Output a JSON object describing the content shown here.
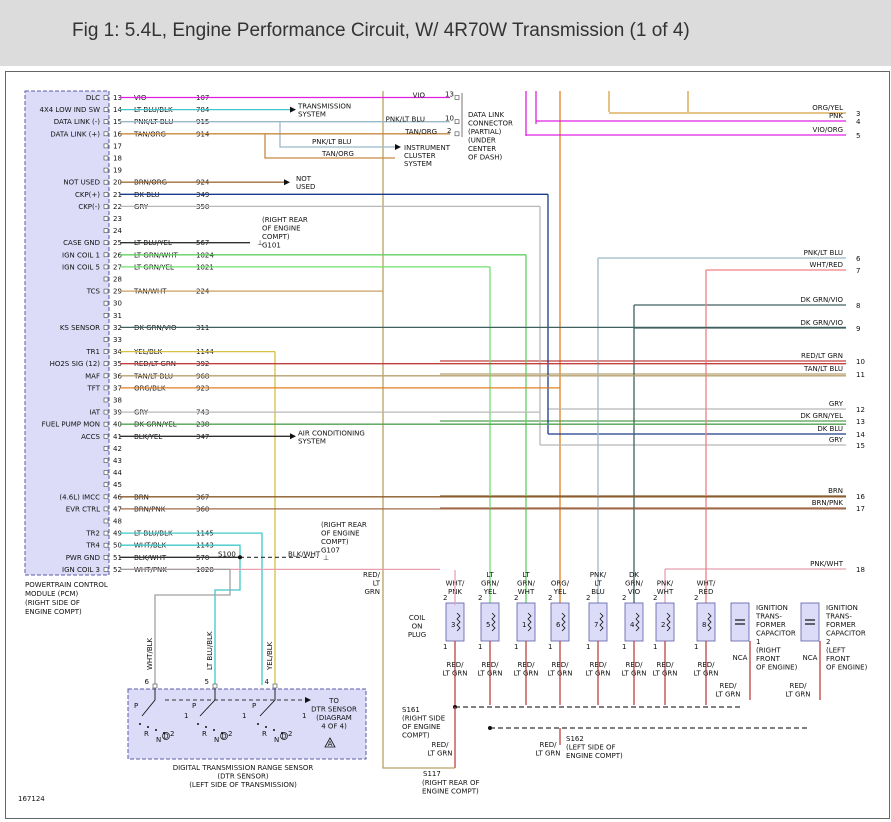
{
  "title": "Fig 1: 5.4L, Engine Performance Circuit, W/ 4R70W Transmission (1 of 4)",
  "figure_id": "167124",
  "colors": {
    "header_bg": "#dcdcdc",
    "module_fill": "#dcdcf8",
    "module_border": "#5a5aa8"
  },
  "pcm": {
    "caption": [
      "POWERTRAIN CONTROL",
      "MODULE (PCM)",
      "(RIGHT SIDE OF",
      "ENGINE COMPT)"
    ],
    "pins": [
      {
        "pin": "13",
        "func": "DLC",
        "wire": "VIO",
        "circuit": "107",
        "color": "#e020e0"
      },
      {
        "pin": "14",
        "func": "4X4 LOW IND SW",
        "wire": "LT BLU/BLK",
        "circuit": "784",
        "color": "#40c8c8"
      },
      {
        "pin": "15",
        "func": "DATA LINK (-)",
        "wire": "PNK/LT BLU",
        "circuit": "915",
        "color": "#9ab8c8"
      },
      {
        "pin": "16",
        "func": "DATA LINK (+)",
        "wire": "TAN/ORG",
        "circuit": "914",
        "color": "#c88a40"
      },
      {
        "pin": "17",
        "func": "",
        "wire": "",
        "circuit": "",
        "color": ""
      },
      {
        "pin": "18",
        "func": "",
        "wire": "",
        "circuit": "",
        "color": ""
      },
      {
        "pin": "19",
        "func": "",
        "wire": "",
        "circuit": "",
        "color": ""
      },
      {
        "pin": "20",
        "func": "NOT USED",
        "wire": "BRN/ORG",
        "circuit": "924",
        "color": "#a0703a"
      },
      {
        "pin": "21",
        "func": "CKP(+)",
        "wire": "DK BLU",
        "circuit": "349",
        "color": "#1a3a8a"
      },
      {
        "pin": "22",
        "func": "CKP(-)",
        "wire": "GRY",
        "circuit": "350",
        "color": "#b8b8b8"
      },
      {
        "pin": "23",
        "func": "",
        "wire": "",
        "circuit": "",
        "color": ""
      },
      {
        "pin": "24",
        "func": "",
        "wire": "",
        "circuit": "",
        "color": ""
      },
      {
        "pin": "25",
        "func": "CASE GND",
        "wire": "LT BLU/YEL",
        "circuit": "567",
        "color": "#303030"
      },
      {
        "pin": "26",
        "func": "IGN COIL 1",
        "wire": "LT GRN/WHT",
        "circuit": "1024",
        "color": "#60d060"
      },
      {
        "pin": "27",
        "func": "IGN COIL 5",
        "wire": "LT GRN/YEL",
        "circuit": "1021",
        "color": "#70e070"
      },
      {
        "pin": "28",
        "func": "",
        "wire": "",
        "circuit": "",
        "color": ""
      },
      {
        "pin": "29",
        "func": "TCS",
        "wire": "TAN/WHT",
        "circuit": "224",
        "color": "#c8a060"
      },
      {
        "pin": "30",
        "func": "",
        "wire": "",
        "circuit": "",
        "color": ""
      },
      {
        "pin": "31",
        "func": "",
        "wire": "",
        "circuit": "",
        "color": ""
      },
      {
        "pin": "32",
        "func": "KS SENSOR",
        "wire": "DK GRN/VIO",
        "circuit": "311",
        "color": "#406060"
      },
      {
        "pin": "33",
        "func": "",
        "wire": "",
        "circuit": "",
        "color": ""
      },
      {
        "pin": "34",
        "func": "TR1",
        "wire": "YEL/BLK",
        "circuit": "1144",
        "color": "#d8c040"
      },
      {
        "pin": "35",
        "func": "HO2S SIG (12)",
        "wire": "RED/LT GRN",
        "circuit": "392",
        "color": "#c04040"
      },
      {
        "pin": "36",
        "func": "MAF",
        "wire": "TAN/LT BLU",
        "circuit": "968",
        "color": "#b8a070"
      },
      {
        "pin": "37",
        "func": "TFT",
        "wire": "ORG/BLK",
        "circuit": "923",
        "color": "#e08020"
      },
      {
        "pin": "38",
        "func": "",
        "wire": "",
        "circuit": "",
        "color": ""
      },
      {
        "pin": "39",
        "func": "IAT",
        "wire": "GRY",
        "circuit": "743",
        "color": "#b8b8b8"
      },
      {
        "pin": "40",
        "func": "FUEL PUMP MON",
        "wire": "DK GRN/YEL",
        "circuit": "238",
        "color": "#50a050"
      },
      {
        "pin": "41",
        "func": "ACCS",
        "wire": "BLK/YEL",
        "circuit": "347",
        "color": "#303030"
      },
      {
        "pin": "42",
        "func": "",
        "wire": "",
        "circuit": "",
        "color": ""
      },
      {
        "pin": "43",
        "func": "",
        "wire": "",
        "circuit": "",
        "color": ""
      },
      {
        "pin": "44",
        "func": "",
        "wire": "",
        "circuit": "",
        "color": ""
      },
      {
        "pin": "45",
        "func": "",
        "wire": "",
        "circuit": "",
        "color": ""
      },
      {
        "pin": "46",
        "func": "(4.6L)      IMCC",
        "wire": "BRN",
        "circuit": "367",
        "color": "#8a5a2a"
      },
      {
        "pin": "47",
        "func": "EVR CTRL",
        "wire": "BRN/PNK",
        "circuit": "360",
        "color": "#a06a4a"
      },
      {
        "pin": "48",
        "func": "",
        "wire": "",
        "circuit": "",
        "color": ""
      },
      {
        "pin": "49",
        "func": "TR2",
        "wire": "LT BLU/BLK",
        "circuit": "1145",
        "color": "#40c8c8"
      },
      {
        "pin": "50",
        "func": "TR4",
        "wire": "WHT/BLK",
        "circuit": "1143",
        "color": "#a0a0a0"
      },
      {
        "pin": "51",
        "func": "PWR GND",
        "wire": "BLK/WHT",
        "circuit": "570",
        "color": "#303030"
      },
      {
        "pin": "52",
        "func": "IGN COIL 3",
        "wire": "WHT/PNK",
        "circuit": "1028",
        "color": "#e8a0b0"
      }
    ]
  },
  "labels": {
    "transmission_system": [
      "TRANSMISSION",
      "SYSTEM"
    ],
    "dlc_connector": [
      "DATA LINK",
      "CONNECTOR",
      "(PARTIAL)",
      "(UNDER",
      "CENTER",
      "OF DASH)"
    ],
    "dlc_wires": [
      {
        "wire": "VIO",
        "pin": "13"
      },
      {
        "wire": "PNK/LT BLU",
        "pin": "10"
      },
      {
        "wire": "TAN/ORG",
        "pin": "2"
      }
    ],
    "instrument_wire": "PNK/LT BLU",
    "instrument_cluster": [
      "INSTRUMENT",
      "CLUSTER",
      "SYSTEM"
    ],
    "cluster_wire": "TAN/ORG",
    "not_used": [
      "NOT",
      "USED"
    ],
    "g101": [
      "(RIGHT REAR",
      "OF ENGINE",
      "COMPT)",
      "G101"
    ],
    "air_conditioning": [
      "AIR CONDITIONING",
      "SYSTEM"
    ],
    "g107": [
      "(RIGHT REAR",
      "OF ENGINE",
      "COMPT)",
      "G107"
    ],
    "g107_wire": "BLK/WHT",
    "s100": "S100",
    "s161": [
      "S161",
      "(RIGHT SIDE",
      "OF ENGINE",
      "COMPT)"
    ],
    "s162": [
      "S162",
      "(LEFT SIDE OF",
      "ENGINE COMPT)"
    ],
    "s117": [
      "S117",
      "(RIGHT REAR OF",
      "ENGINE COMPT)"
    ],
    "coil_on_plug": [
      "COIL",
      "ON",
      "PLUG"
    ],
    "red_lt_grn": [
      "RED/",
      "LT GRN"
    ],
    "nca": "NCA",
    "cap1": [
      "IGNITION",
      "TRANS-",
      "FORMER",
      "CAPACITOR",
      "1",
      "(RIGHT",
      "FRONT",
      "OF ENGINE)"
    ],
    "cap2": [
      "IGNITION",
      "TRANS-",
      "FORMER",
      "CAPACITOR",
      "2",
      "(LEFT",
      "FRONT",
      "OF ENGINE)"
    ],
    "dtr_sensor": [
      "DIGITAL TRANSMISSION RANGE SENSOR",
      "(DTR SENSOR)",
      "(LEFT SIDE OF TRANSMISSION)"
    ],
    "dtr_to": [
      "TO",
      "DTR SENSOR",
      "(DIAGRAM",
      "4 OF 4)"
    ],
    "dtr_pins": [
      {
        "pin": "6",
        "wire": "WHT/BLK"
      },
      {
        "pin": "5",
        "wire": "LT BLU/BLK"
      },
      {
        "pin": "4",
        "wire": "YEL/BLK"
      }
    ],
    "dtr_switch_letters": [
      "P",
      "R",
      "N",
      "D",
      "2",
      "1"
    ]
  },
  "coils": [
    {
      "label": [
        "WHT/",
        "PNK"
      ],
      "num": "3"
    },
    {
      "label": [
        "LT",
        "GRN/",
        "YEL"
      ],
      "num": "5"
    },
    {
      "label": [
        "LT",
        "GRN/",
        "WHT"
      ],
      "num": "1"
    },
    {
      "label": [
        "ORG/",
        "YEL"
      ],
      "num": "6"
    },
    {
      "label": [
        "PNK/",
        "LT",
        "BLU"
      ],
      "num": "7"
    },
    {
      "label": [
        "DK",
        "GRN/",
        "VIO"
      ],
      "num": "4"
    },
    {
      "label": [
        "PNK/",
        "WHT"
      ],
      "num": "2"
    },
    {
      "label": [
        "WHT/",
        "RED"
      ],
      "num": "8"
    }
  ],
  "right_wires": [
    {
      "label": "ORG/YEL",
      "num": "3"
    },
    {
      "label": "PNK",
      "num": "4"
    },
    {
      "label": "VIO/ORG",
      "num": "5"
    },
    {
      "label": "PNK/LT BLU",
      "num": "6"
    },
    {
      "label": "WHT/RED",
      "num": "7"
    },
    {
      "label": "DK GRN/VIO",
      "num": "8"
    },
    {
      "label": "DK GRN/VIO",
      "num": "9"
    },
    {
      "label": "RED/LT GRN",
      "num": "10"
    },
    {
      "label": "TAN/LT BLU",
      "num": "11"
    },
    {
      "label": "GRY",
      "num": "12"
    },
    {
      "label": "DK GRN/YEL",
      "num": "13"
    },
    {
      "label": "DK BLU",
      "num": "14"
    },
    {
      "label": "GRY",
      "num": "15"
    },
    {
      "label": "BRN",
      "num": "16"
    },
    {
      "label": "BRN/PNK",
      "num": "17"
    },
    {
      "label": "PNK/WHT",
      "num": "18"
    }
  ]
}
